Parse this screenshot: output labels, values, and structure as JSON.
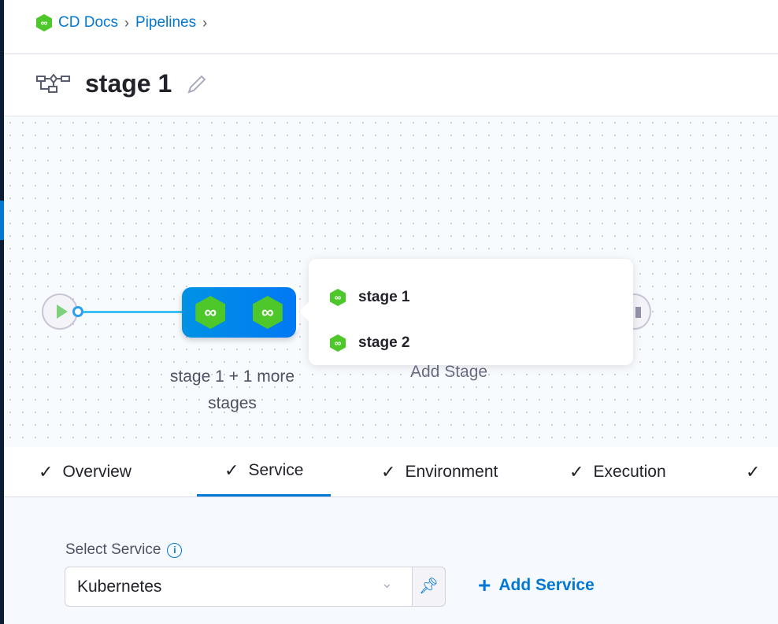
{
  "breadcrumb": {
    "items": [
      "CD Docs",
      "Pipelines"
    ]
  },
  "header": {
    "title": "stage 1"
  },
  "pipeline": {
    "node_label": "stage 1 + 1 more stages",
    "add_stage": "Add Stage"
  },
  "popup": {
    "items": [
      "stage 1",
      "stage 2"
    ]
  },
  "tabs": [
    "Overview",
    "Service",
    "Environment",
    "Execution"
  ],
  "active_tab": "Service",
  "form": {
    "label": "Select Service",
    "value": "Kubernetes",
    "add_service": "Add Service"
  },
  "colors": {
    "accent": "#0278d5",
    "stage_green": "#4dc72a"
  }
}
